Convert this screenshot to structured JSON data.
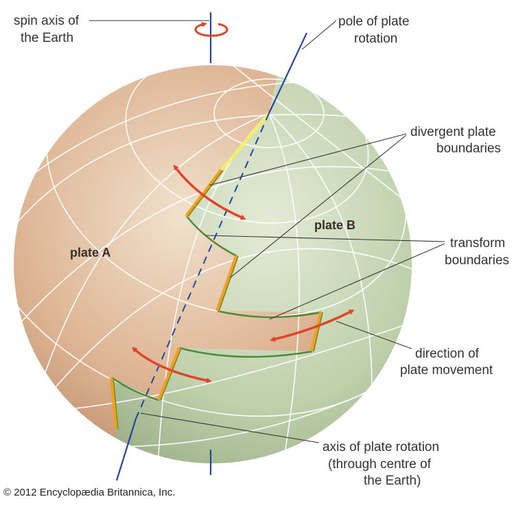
{
  "labels": {
    "spin_axis": [
      "spin axis of",
      "the Earth"
    ],
    "pole_of_rotation": [
      "pole of plate",
      "rotation"
    ],
    "divergent": [
      "divergent plate",
      "boundaries"
    ],
    "plate_b": "plate B",
    "plate_a": "plate A",
    "transform": [
      "transform",
      "boundaries"
    ],
    "direction": [
      "direction of",
      "plate movement"
    ],
    "axis_rotation": [
      "axis of plate rotation",
      "(through centre of",
      "the Earth)"
    ]
  },
  "copyright": "© 2012 Encyclopædia Britannica, Inc.",
  "colors": {
    "plate_a": "#d9ab8a",
    "plate_b": "#b9cba6",
    "axis": "#2445a0",
    "arrow": "#e0452a",
    "ridge": "#f0a020",
    "transform_edge": "#4a8a3a",
    "ridge_highlight": "#f4ee70"
  }
}
